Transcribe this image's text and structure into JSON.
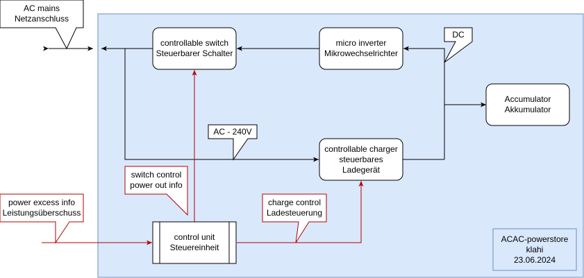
{
  "colors": {
    "panel_fill": "#dae8fc",
    "panel_stroke": "#6c8ebf",
    "wire": "#000000",
    "control_wire": "#b20000",
    "callout_red_stroke": "#b20000"
  },
  "nodes": {
    "switch": {
      "line1": "controllable switch",
      "line2": "Steuerbarer Schalter"
    },
    "inverter": {
      "line1": "micro inverter",
      "line2": "Mikrowechselrichter"
    },
    "accumulator": {
      "line1": "Accumulator",
      "line2": "Akkumulator"
    },
    "charger": {
      "line1": "controllable charger",
      "line2": "steuerbares",
      "line3": "Ladegerät"
    },
    "control_unit": {
      "line1": "control unit",
      "line2": "Steuereinheit"
    }
  },
  "callouts": {
    "ac_mains": {
      "line1": "AC mains",
      "line2": "Netzanschluss"
    },
    "dc": {
      "line1": "DC"
    },
    "ac_240": {
      "line1": "AC - 240V"
    },
    "switch_control": {
      "line1": "switch control",
      "line2": "power out info"
    },
    "power_excess": {
      "line1": "power excess info",
      "line2": "Leistungsüberschuss"
    },
    "charge_control": {
      "line1": "charge control",
      "line2": "Ladesteuerung"
    }
  },
  "info_box": {
    "line1": "ACAC-powerstore",
    "line2": "klahi",
    "line3": "23.06.2024"
  }
}
